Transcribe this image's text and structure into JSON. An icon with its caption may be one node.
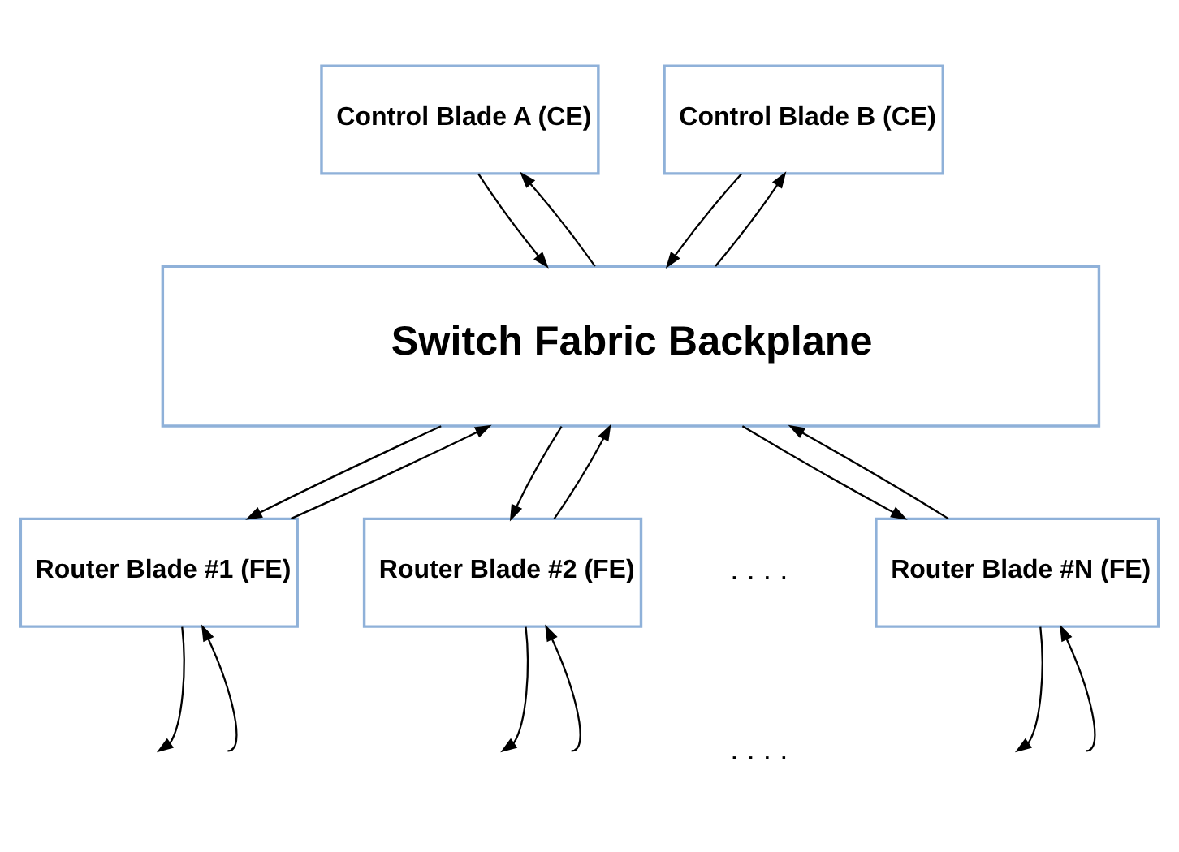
{
  "diagram": {
    "nodes": [
      {
        "text": [
          "Control Blade A (CE)"
        ]
      },
      {
        "text": [
          "Control Blade B (CE)"
        ]
      },
      {
        "text": [
          "Switch Fabric Backplane"
        ]
      },
      {
        "text": [
          "Router Blade #1 (FE)"
        ]
      },
      {
        "text": [
          "Router Blade #2 (FE)"
        ]
      },
      {
        "text": [
          "Router Blade #N (FE)"
        ]
      }
    ],
    "edges": [
      {
        "from": 2,
        "to": 0,
        "arrow": "to"
      },
      {
        "from": 0,
        "to": 2,
        "arrow": "to"
      },
      {
        "from": 2,
        "to": 1,
        "arrow": "to"
      },
      {
        "from": 1,
        "to": 2,
        "arrow": "to"
      },
      {
        "from": 3,
        "to": 2,
        "arrow": "to"
      },
      {
        "from": 2,
        "to": 3,
        "arrow": "to"
      },
      {
        "from": 4,
        "to": 2,
        "arrow": "to"
      },
      {
        "from": 2,
        "to": 4,
        "arrow": "to"
      },
      {
        "from": 5,
        "to": 2,
        "arrow": "to"
      },
      {
        "from": 2,
        "to": 5,
        "arrow": "to"
      },
      {
        "from": null,
        "to": 3,
        "arrow": "to"
      },
      {
        "from": 3,
        "to": null,
        "arrow": "to"
      },
      {
        "from": null,
        "to": 4,
        "arrow": "to"
      },
      {
        "from": 4,
        "to": null,
        "arrow": "to"
      },
      {
        "from": null,
        "to": 5,
        "arrow": "to"
      },
      {
        "from": 5,
        "to": null,
        "arrow": "to"
      }
    ],
    "labels": [
      ". . . .",
      ". . . ."
    ]
  }
}
